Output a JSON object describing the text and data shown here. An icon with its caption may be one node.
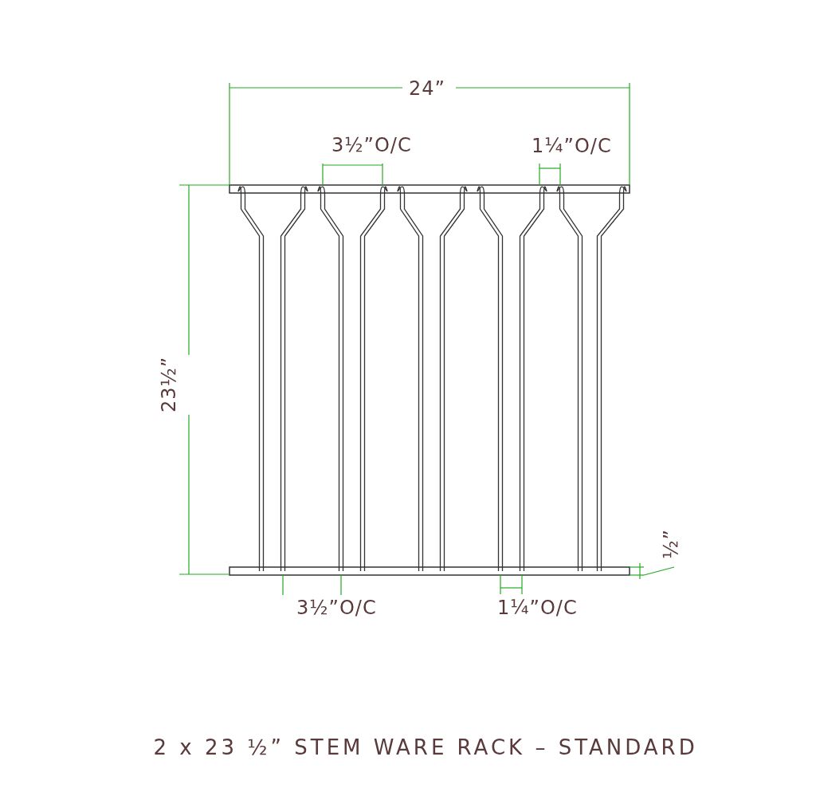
{
  "diagram": {
    "caption": "2 x 23 ½” STEM WARE RACK – STANDARD",
    "labels": [
      "24”",
      "3½”O/C",
      "1¼”O/C",
      "23½”",
      "½”",
      "3½”O/C",
      "1¼”O/C"
    ]
  }
}
